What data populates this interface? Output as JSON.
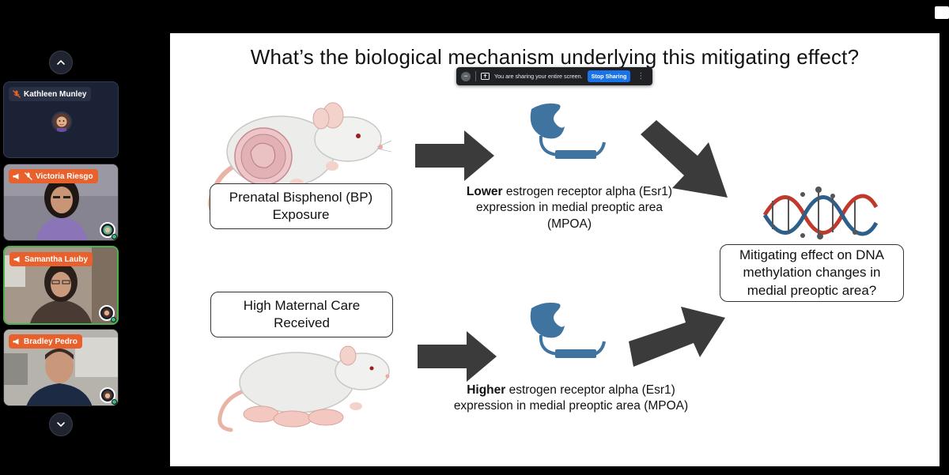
{
  "meeting": {
    "participants": [
      {
        "name": "Kathleen Munley",
        "badge_style": "plain",
        "muted": true
      },
      {
        "name": "Victoria Riesgo",
        "badge_style": "orange",
        "muted": true
      },
      {
        "name": "Samantha Lauby",
        "badge_style": "orange",
        "muted": false
      },
      {
        "name": "Bradley Pedro",
        "badge_style": "orange",
        "muted": false
      }
    ]
  },
  "share_bar": {
    "message": "You are sharing your entire screen.",
    "stop_label": "Stop Sharing"
  },
  "slide": {
    "title": "What’s the biological mechanism underlying this mitigating effect?",
    "box_bpa": "Prenatal Bisphenol (BP) Exposure",
    "box_maternal": "High Maternal Care Received",
    "box_outcome": "Mitigating effect on DNA methylation changes in medial preoptic area?",
    "caption_top_bold": "Lower",
    "caption_top_rest": " estrogen receptor alpha (Esr1) expression in medial preoptic area (MPOA)",
    "caption_bottom_bold": "Higher",
    "caption_bottom_rest": " estrogen receptor alpha (Esr1) expression in medial preoptic area (MPOA)"
  },
  "colors": {
    "arrow": "#3b3b3b",
    "receptor": "#3f74a0",
    "dna_red": "#c0392b",
    "dna_blue": "#2e5f8a",
    "accent_orange": "#e8602c",
    "active_green": "#4caf50"
  }
}
